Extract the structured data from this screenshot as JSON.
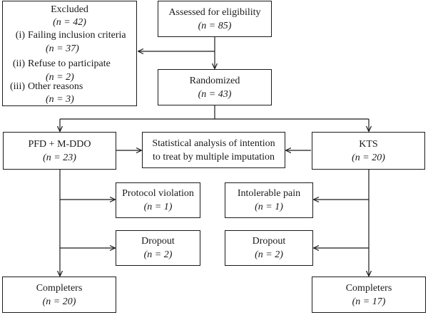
{
  "excluded": {
    "title": "Excluded",
    "count": "(n = 42)",
    "reasons": [
      {
        "index": "(i)",
        "label": "Failing inclusion criteria",
        "count": "(n = 37)"
      },
      {
        "index": "(ii)",
        "label": "Refuse to participate",
        "count": "(n = 2)"
      },
      {
        "index": "(iii)",
        "label": "Other reasons",
        "count": "(n = 3)"
      }
    ]
  },
  "assessed": {
    "label": "Assessed for eligibility",
    "count": "(n = 85)"
  },
  "randomized": {
    "label": "Randomized",
    "count": "(n = 43)"
  },
  "pfd": {
    "label": "PFD + M-DDO",
    "count": "(n = 23)"
  },
  "analysis": {
    "line1": "Statistical analysis of intention",
    "line2": "to treat by multiple imputation"
  },
  "kts": {
    "label": "KTS",
    "count": "(n = 20)"
  },
  "protocol_violation": {
    "label": "Protocol violation",
    "count": "(n = 1)"
  },
  "intolerable_pain": {
    "label": "Intolerable pain",
    "count": "(n = 1)"
  },
  "dropout_left": {
    "label": "Dropout",
    "count": "(n = 2)"
  },
  "dropout_right": {
    "label": "Dropout",
    "count": "(n = 2)"
  },
  "completers_left": {
    "label": "Completers",
    "count": "(n = 20)"
  },
  "completers_right": {
    "label": "Completers",
    "count": "(n = 17)"
  }
}
